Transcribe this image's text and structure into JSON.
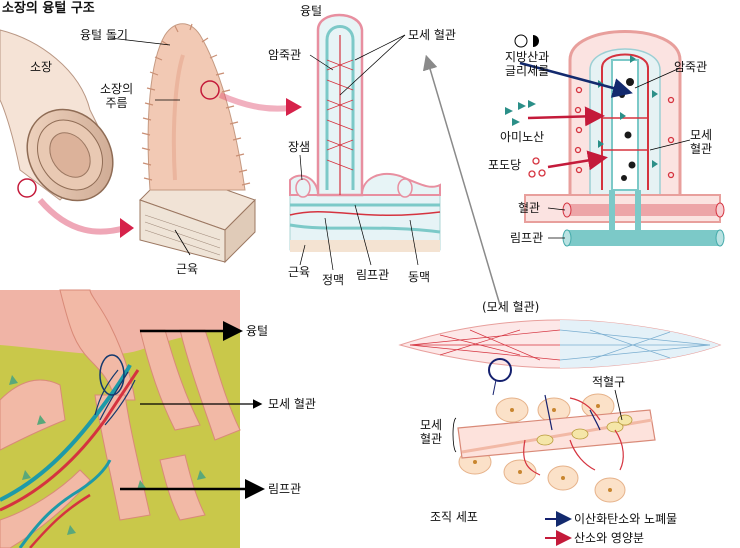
{
  "title": "소장의 융털 구조",
  "panel1": {
    "small_intestine": "소장",
    "villus_bump": "융털 돌기",
    "fold": "소장의\n주름",
    "muscle": "근육"
  },
  "panel2": {
    "villus": "융털",
    "lacteal": "암죽관",
    "capillary": "모세 혈관",
    "crypt": "장샘",
    "muscle": "근육",
    "vein": "정맥",
    "lymph": "림프관",
    "artery": "동맥"
  },
  "panel3": {
    "fat": "지방산과\n글리세롤",
    "amino": "아미노산",
    "glucose": "포도당",
    "lacteal": "암죽관",
    "capillary": "모세\n혈관",
    "blood_vessel": "혈관",
    "lymph": "림프관"
  },
  "panel4": {
    "villus": "융털",
    "capillary": "모세 혈관",
    "lymph": "림프관"
  },
  "panel5": {
    "caption": "(모세 혈관)",
    "rbc": "적혈구",
    "capillary": "모세\n혈관",
    "cell": "조직 세포",
    "legend_co2": "이산화탄소와 노폐물",
    "legend_o2": "산소와 영양분"
  },
  "colors": {
    "villus_pink": "#f2b9a6",
    "artery_red": "#d5333f",
    "lymph_teal": "#7cc9c8",
    "muscle_yellow": "#c9c84a",
    "arrow_crimson": "#c41a3a"
  }
}
